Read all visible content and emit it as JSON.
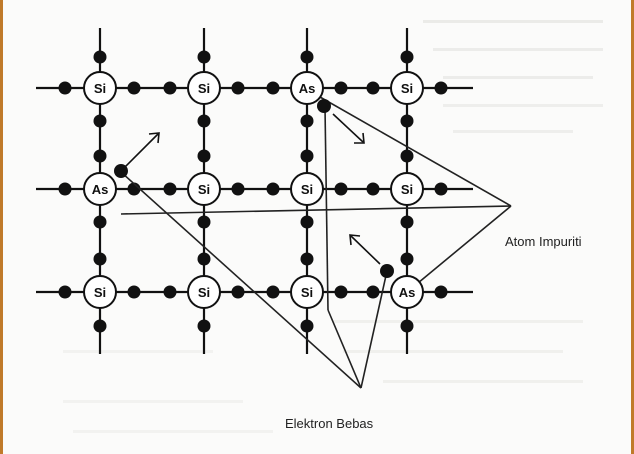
{
  "diagram": {
    "atoms": [
      {
        "symbol": "Si"
      },
      {
        "symbol": "Si"
      },
      {
        "symbol": "As"
      },
      {
        "symbol": "Si"
      },
      {
        "symbol": "As"
      },
      {
        "symbol": "Si"
      },
      {
        "symbol": "Si"
      },
      {
        "symbol": "Si"
      },
      {
        "symbol": "Si"
      },
      {
        "symbol": "Si"
      },
      {
        "symbol": "Si"
      },
      {
        "symbol": "As"
      }
    ],
    "labels": {
      "impurity": "Atom Impuriti",
      "free_electron": "Elektron Bebas"
    }
  }
}
